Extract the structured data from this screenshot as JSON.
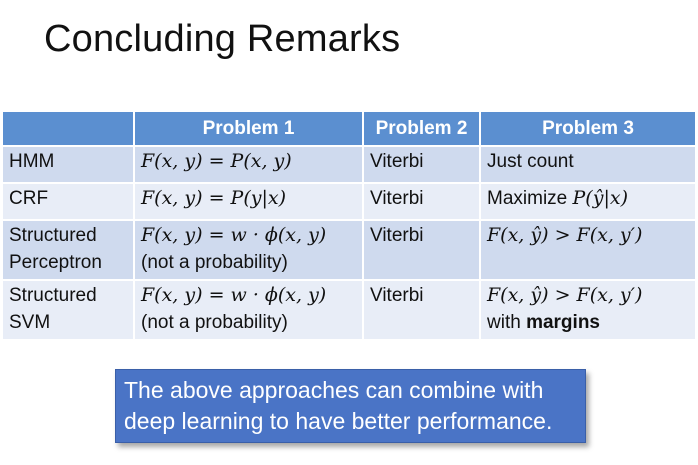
{
  "slide": {
    "title": "Concluding Remarks"
  },
  "table": {
    "headers": [
      "",
      "Problem 1",
      "Problem 2",
      "Problem 3"
    ],
    "rows": [
      {
        "name_lines": [
          "HMM"
        ],
        "problem1_lines": [
          "F(x, y) = P(x, y)"
        ],
        "problem2": "Viterbi",
        "problem3_lines": [
          "Just count"
        ]
      },
      {
        "name_lines": [
          "CRF"
        ],
        "problem1_lines": [
          "F(x, y) = P(y|x)"
        ],
        "problem2": "Viterbi",
        "problem3_prefix": "Maximize ",
        "problem3_math": "P(ŷ|x)"
      },
      {
        "name_lines": [
          "Structured",
          "Perceptron"
        ],
        "problem1_math": "F(x, y) = w · ϕ(x, y)",
        "problem1_note": "(not a probability)",
        "problem2": "Viterbi",
        "problem3_math": "F(x, ŷ) > F(x, y′)"
      },
      {
        "name_lines": [
          "Structured",
          "SVM"
        ],
        "problem1_math": "F(x, y) = w · ϕ(x, y)",
        "problem1_note": "(not a probability)",
        "problem2": "Viterbi",
        "problem3_math": "F(x, ŷ) > F(x, y′)",
        "problem3_prefix": "with ",
        "problem3_bold": "margins"
      }
    ]
  },
  "callout": {
    "line1": "The above approaches can combine with",
    "line2": "deep learning to have better performance."
  }
}
